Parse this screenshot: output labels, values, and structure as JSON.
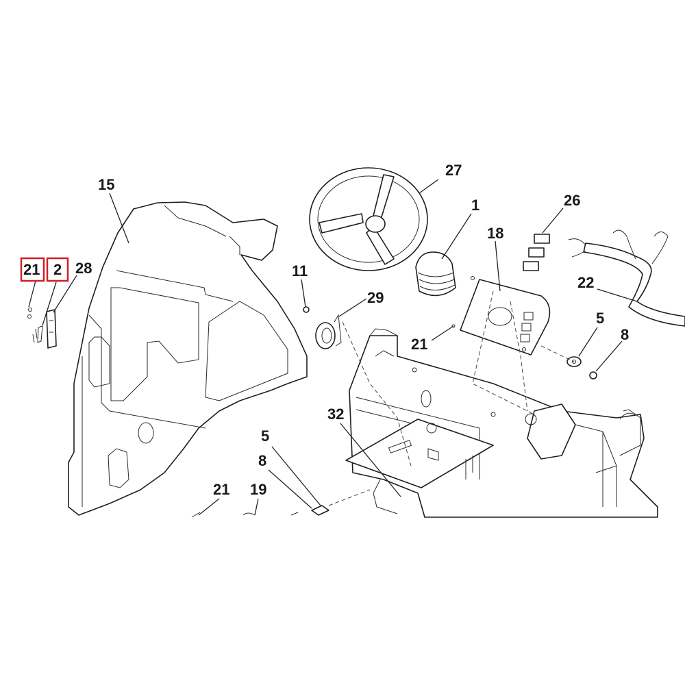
{
  "diagram": {
    "labels": {
      "p15": "15",
      "p21a": "21",
      "p2": "2",
      "p28": "28",
      "p27": "27",
      "p1": "1",
      "p18": "18",
      "p26": "26",
      "p11": "11",
      "p29": "29",
      "p21b": "21",
      "p22": "22",
      "p5a": "5",
      "p8a": "8",
      "p32": "32",
      "p5b": "5",
      "p8b": "8",
      "p21c": "21",
      "p19": "19"
    },
    "highlight_color": "#d21f26"
  }
}
